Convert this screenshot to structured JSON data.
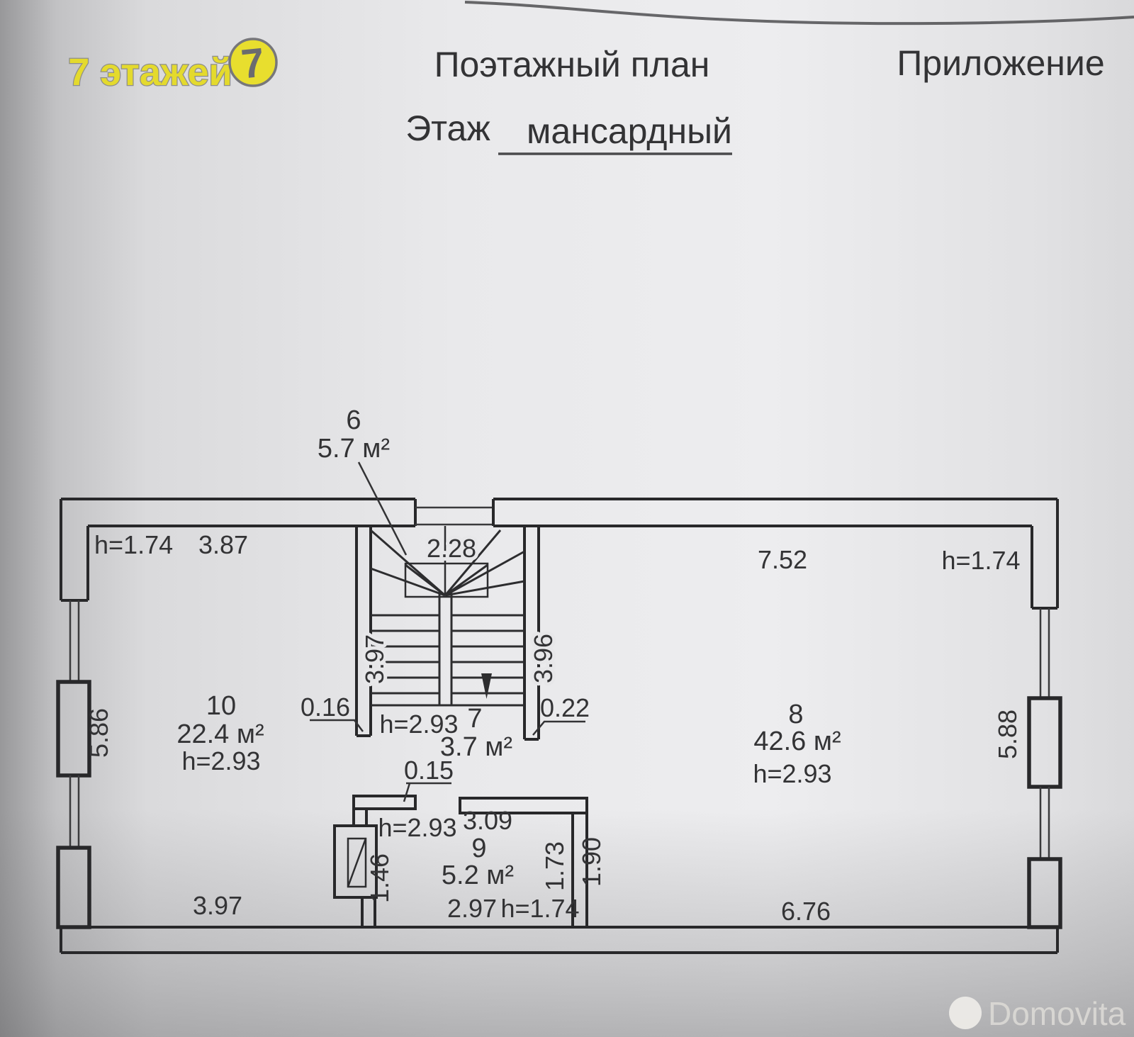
{
  "colors": {
    "paper": "#e8e8ea",
    "ink": "#2f2f31",
    "logo_yellow": "#e4da2d",
    "watermark_gray": "#dbd9d5"
  },
  "header": {
    "brand_text": "7 этажей",
    "brand_badge": "7",
    "title": "Поэтажный план",
    "floor_label": "Этаж",
    "floor_value": "мансардный",
    "appendix": "Приложение"
  },
  "watermark": {
    "text": "Domovita"
  },
  "plan": {
    "rooms": {
      "r6": {
        "number": "6",
        "area": "5.7 м²"
      },
      "r7": {
        "number": "7",
        "area": "3.7 м²",
        "height": "h=2.93"
      },
      "r8": {
        "number": "8",
        "area": "42.6 м²",
        "height": "h=2.93"
      },
      "r9": {
        "number": "9",
        "area": "5.2 м²",
        "height": "h=2.93"
      },
      "r10": {
        "number": "10",
        "area": "22.4 м²",
        "height": "h=2.93"
      }
    },
    "dims": {
      "top_left_height": "h=1.74",
      "top_left_width": "3.87",
      "stair_width": "2.28",
      "top_right_width": "7.52",
      "top_right_height": "h=1.74",
      "left_wall": "5.86",
      "right_wall": "5.88",
      "stair_left_depth": "3.97",
      "stair_right_depth": "3.96",
      "left_wall_end": "0.16",
      "right_wall_end": "0.22",
      "partition_thickness": "0.15",
      "room9_top_width": "3.09",
      "room9_inner_depth": "1.73",
      "room9_outer_depth": "1.90",
      "stove_side": "1.46",
      "bottom_left_width": "3.97",
      "room9_bottom_width": "2.97",
      "room9_bottom_height": "h=1.74",
      "bottom_right_width": "6.76"
    }
  }
}
